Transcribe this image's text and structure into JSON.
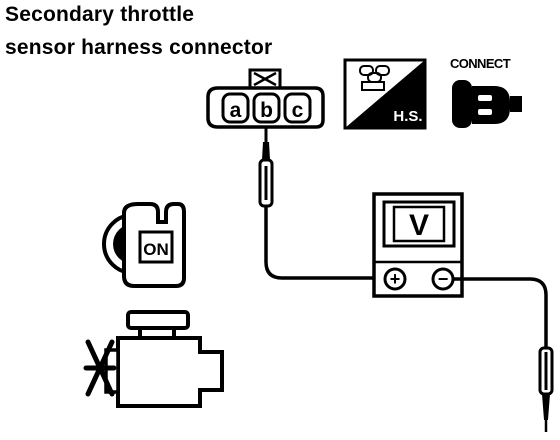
{
  "title": {
    "line1": "Secondary throttle",
    "line2": "sensor harness connector"
  },
  "connector": {
    "pins": [
      "a",
      "b",
      "c"
    ]
  },
  "badges": {
    "hs_label": "H.S.",
    "connect_label": "CONNECT"
  },
  "ignition": {
    "key_label": "ON"
  },
  "voltmeter": {
    "display": "V",
    "positive_symbol": "+",
    "negative_symbol": "−"
  },
  "colors": {
    "ink": "#000000",
    "paper": "#ffffff"
  }
}
